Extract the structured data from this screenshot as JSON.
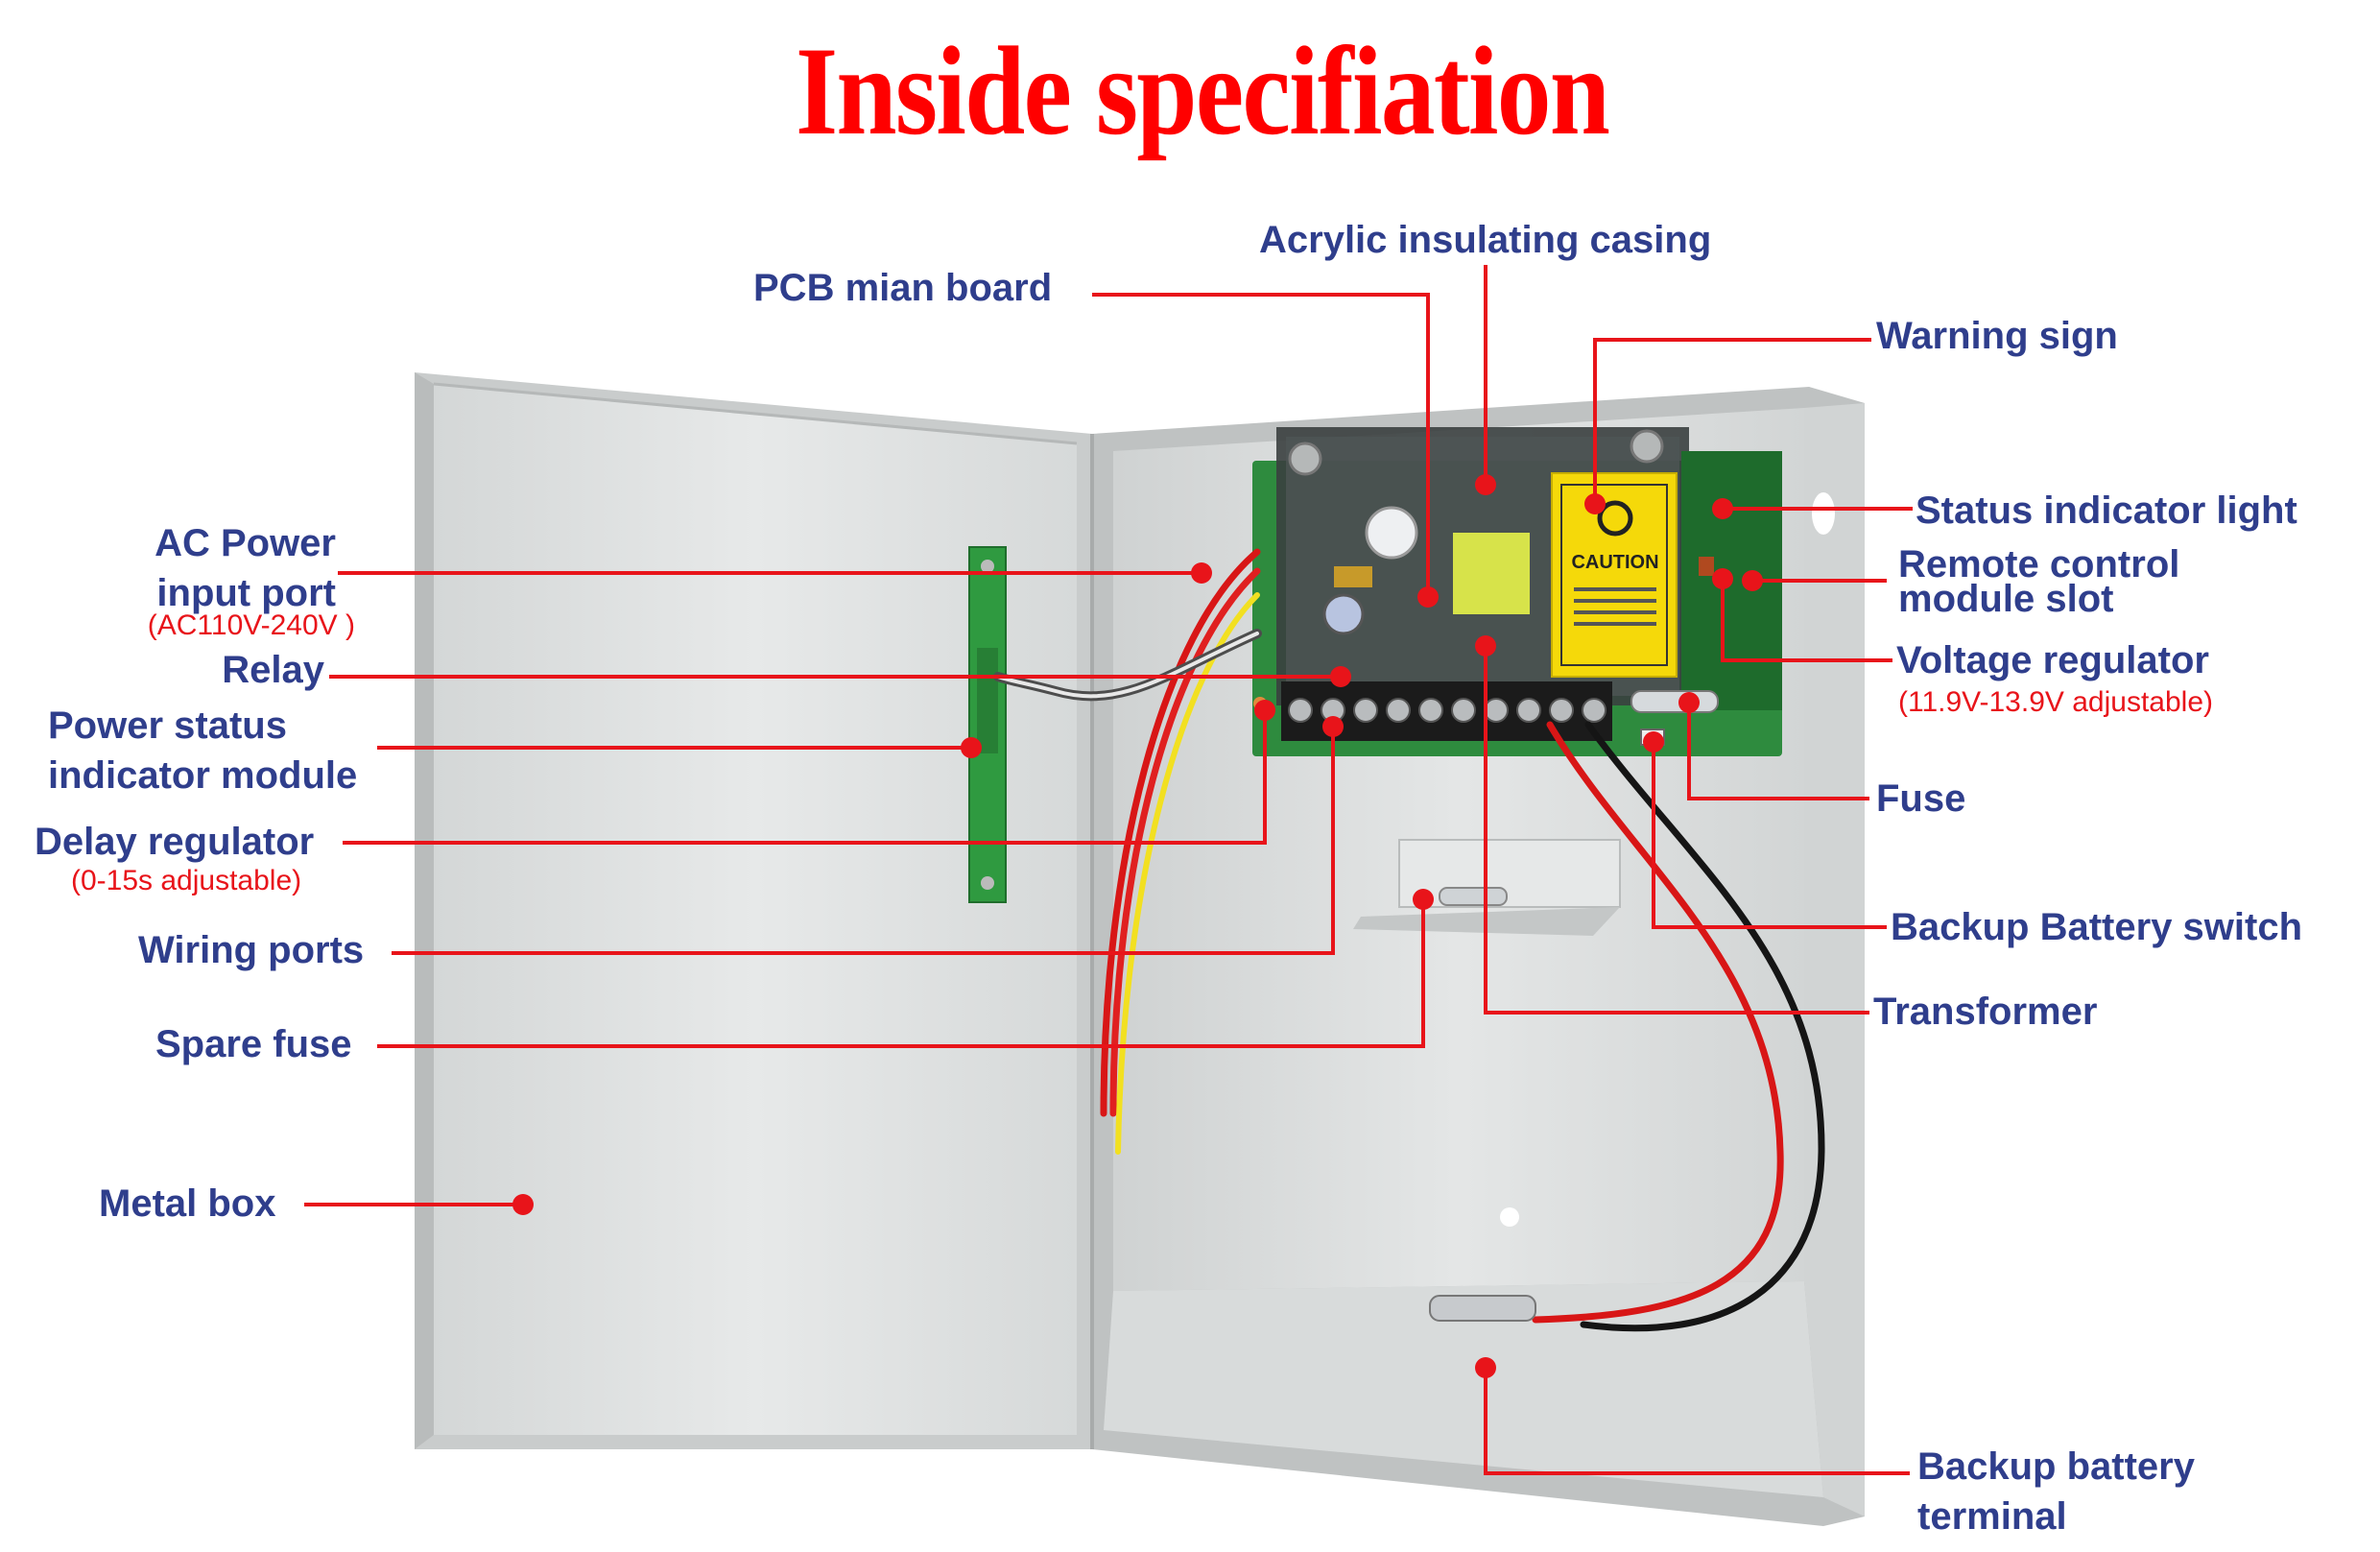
{
  "title": "Inside specifiation",
  "colors": {
    "title": "#ff0000",
    "label_text": "#2f3e8c",
    "leader_line": "#e8141a",
    "subnote_text": "#e8141a",
    "metal_box": "#dcdfdf",
    "pcb": "#2e8b3e",
    "warning_sticker": "#f5d90a"
  },
  "callouts": {
    "pcb_main_board": {
      "label": "PCB mian board"
    },
    "acrylic_casing": {
      "label": "Acrylic insulating casing"
    },
    "warning_sign": {
      "label": "Warning sign"
    },
    "status_light": {
      "label": "Status indicator light"
    },
    "remote_slot": {
      "label_line1": "Remote control",
      "label_line2": "module slot"
    },
    "voltage_regulator": {
      "label": "Voltage regulator",
      "note": "(11.9V-13.9V adjustable)"
    },
    "fuse": {
      "label": "Fuse"
    },
    "battery_switch": {
      "label": "Backup Battery  switch"
    },
    "transformer": {
      "label": "Transformer"
    },
    "battery_terminal": {
      "label_line1": "Backup  battery",
      "label_line2": "terminal"
    },
    "ac_input": {
      "label_line1": "AC Power",
      "label_line2": "input port",
      "note": "(AC110V-240V )"
    },
    "relay": {
      "label": "Relay"
    },
    "power_status_module": {
      "label_line1": "Power status",
      "label_line2": "indicator module"
    },
    "delay_regulator": {
      "label": "Delay regulator",
      "note": "(0-15s adjustable)"
    },
    "wiring_ports": {
      "label": "Wiring ports"
    },
    "spare_fuse": {
      "label": "Spare fuse"
    },
    "metal_box": {
      "label": "Metal box"
    }
  },
  "warning_sticker": {
    "text": "CAUTION"
  }
}
